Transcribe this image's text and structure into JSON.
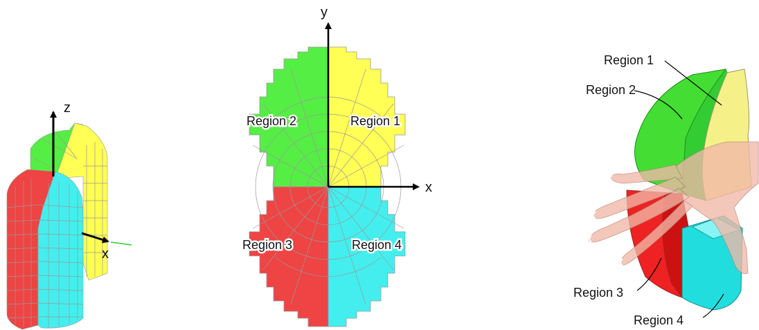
{
  "colors": {
    "region1": "#ffff55",
    "region2": "#55ee44",
    "region3": "#ee4444",
    "region4": "#44eeee",
    "grid": "#999999",
    "axis": "#000000",
    "hand": "#f2b8a8"
  },
  "panel_left": {
    "axis_z": "z",
    "axis_x": "x"
  },
  "panel_middle": {
    "axis_y": "y",
    "axis_x": "x",
    "region1": "Region 1",
    "region2": "Region 2",
    "region3": "Region 3",
    "region4": "Region 4"
  },
  "panel_right": {
    "region1": "Region 1",
    "region2": "Region 2",
    "region3": "Region 3",
    "region4": "Region 4"
  }
}
